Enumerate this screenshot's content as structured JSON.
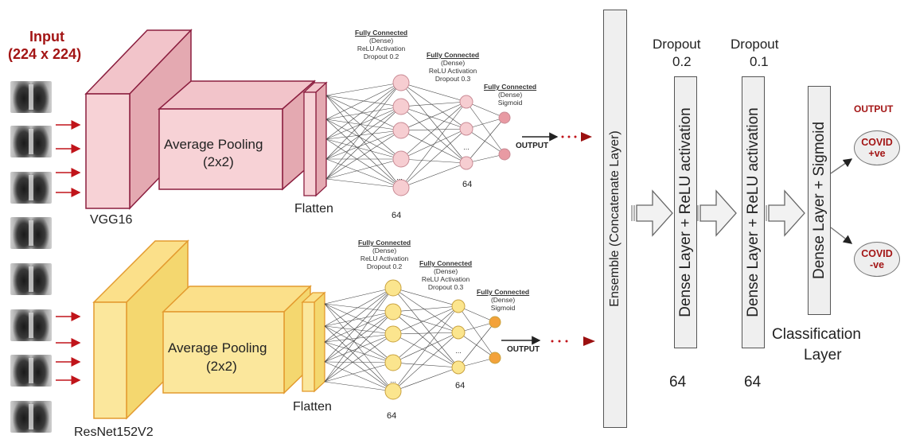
{
  "input": {
    "title": "Input",
    "size": "(224 x 224)"
  },
  "branch1": {
    "model": "VGG16",
    "pool_line1": "Average Pooling",
    "pool_line2": "(2x2)",
    "flatten": "Flatten",
    "fc1": {
      "title": "Fully Connected",
      "l1": "(Dense)",
      "l2": "ReLU Activation",
      "l3": "Dropout 0.2",
      "units": "64"
    },
    "fc2": {
      "title": "Fully Connected",
      "l1": "(Dense)",
      "l2": "ReLU Activation",
      "l3": "Dropout 0.3",
      "units": "64"
    },
    "fc3": {
      "title": "Fully Connected",
      "l1": "(Dense)",
      "l2": "Sigmoid"
    },
    "output": "OUTPUT",
    "colors": {
      "face": "#f7d2d6",
      "side": "#e9b4bb",
      "edge": "#8b1e3f",
      "node": "#f6cdd1",
      "node_edge": "#c98b95",
      "out_node": "#e89aa3"
    }
  },
  "branch2": {
    "model": "ResNet152V2",
    "pool_line1": "Average Pooling",
    "pool_line2": "(2x2)",
    "flatten": "Flatten",
    "fc1": {
      "title": "Fully Connected",
      "l1": "(Dense)",
      "l2": "ReLU Activation",
      "l3": "Dropout 0.2",
      "units": "64"
    },
    "fc2": {
      "title": "Fully Connected",
      "l1": "(Dense)",
      "l2": "ReLU Activation",
      "l3": "Dropout 0.3",
      "units": "64"
    },
    "fc3": {
      "title": "Fully Connected",
      "l1": "(Dense)",
      "l2": "Sigmoid"
    },
    "output": "OUTPUT",
    "colors": {
      "face": "#fbe79c",
      "side": "#f4d76f",
      "edge": "#e39a2e",
      "node": "#fbe58e",
      "node_edge": "#c9a23f",
      "out_node": "#f3a23a"
    }
  },
  "ellipsis": "...",
  "ensemble": "Ensemble (Concatenate Layer)",
  "dense1": {
    "label": "Dense Layer + ReLU activation",
    "dropout_label": "Dropout",
    "dropout_value": "0.2",
    "units": "64"
  },
  "dense2": {
    "label": "Dense Layer + ReLU activation",
    "dropout_label": "Dropout",
    "dropout_value": "0.1",
    "units": "64"
  },
  "dense3": {
    "label": "Dense Layer + Sigmoid"
  },
  "classification": {
    "line1": "Classification",
    "line2": "Layer"
  },
  "final_output": {
    "title": "OUTPUT",
    "pos_line1": "COVID",
    "pos_line2": "+ve",
    "neg_line1": "COVID",
    "neg_line2": "-ve"
  },
  "accent_color": "#a31515"
}
